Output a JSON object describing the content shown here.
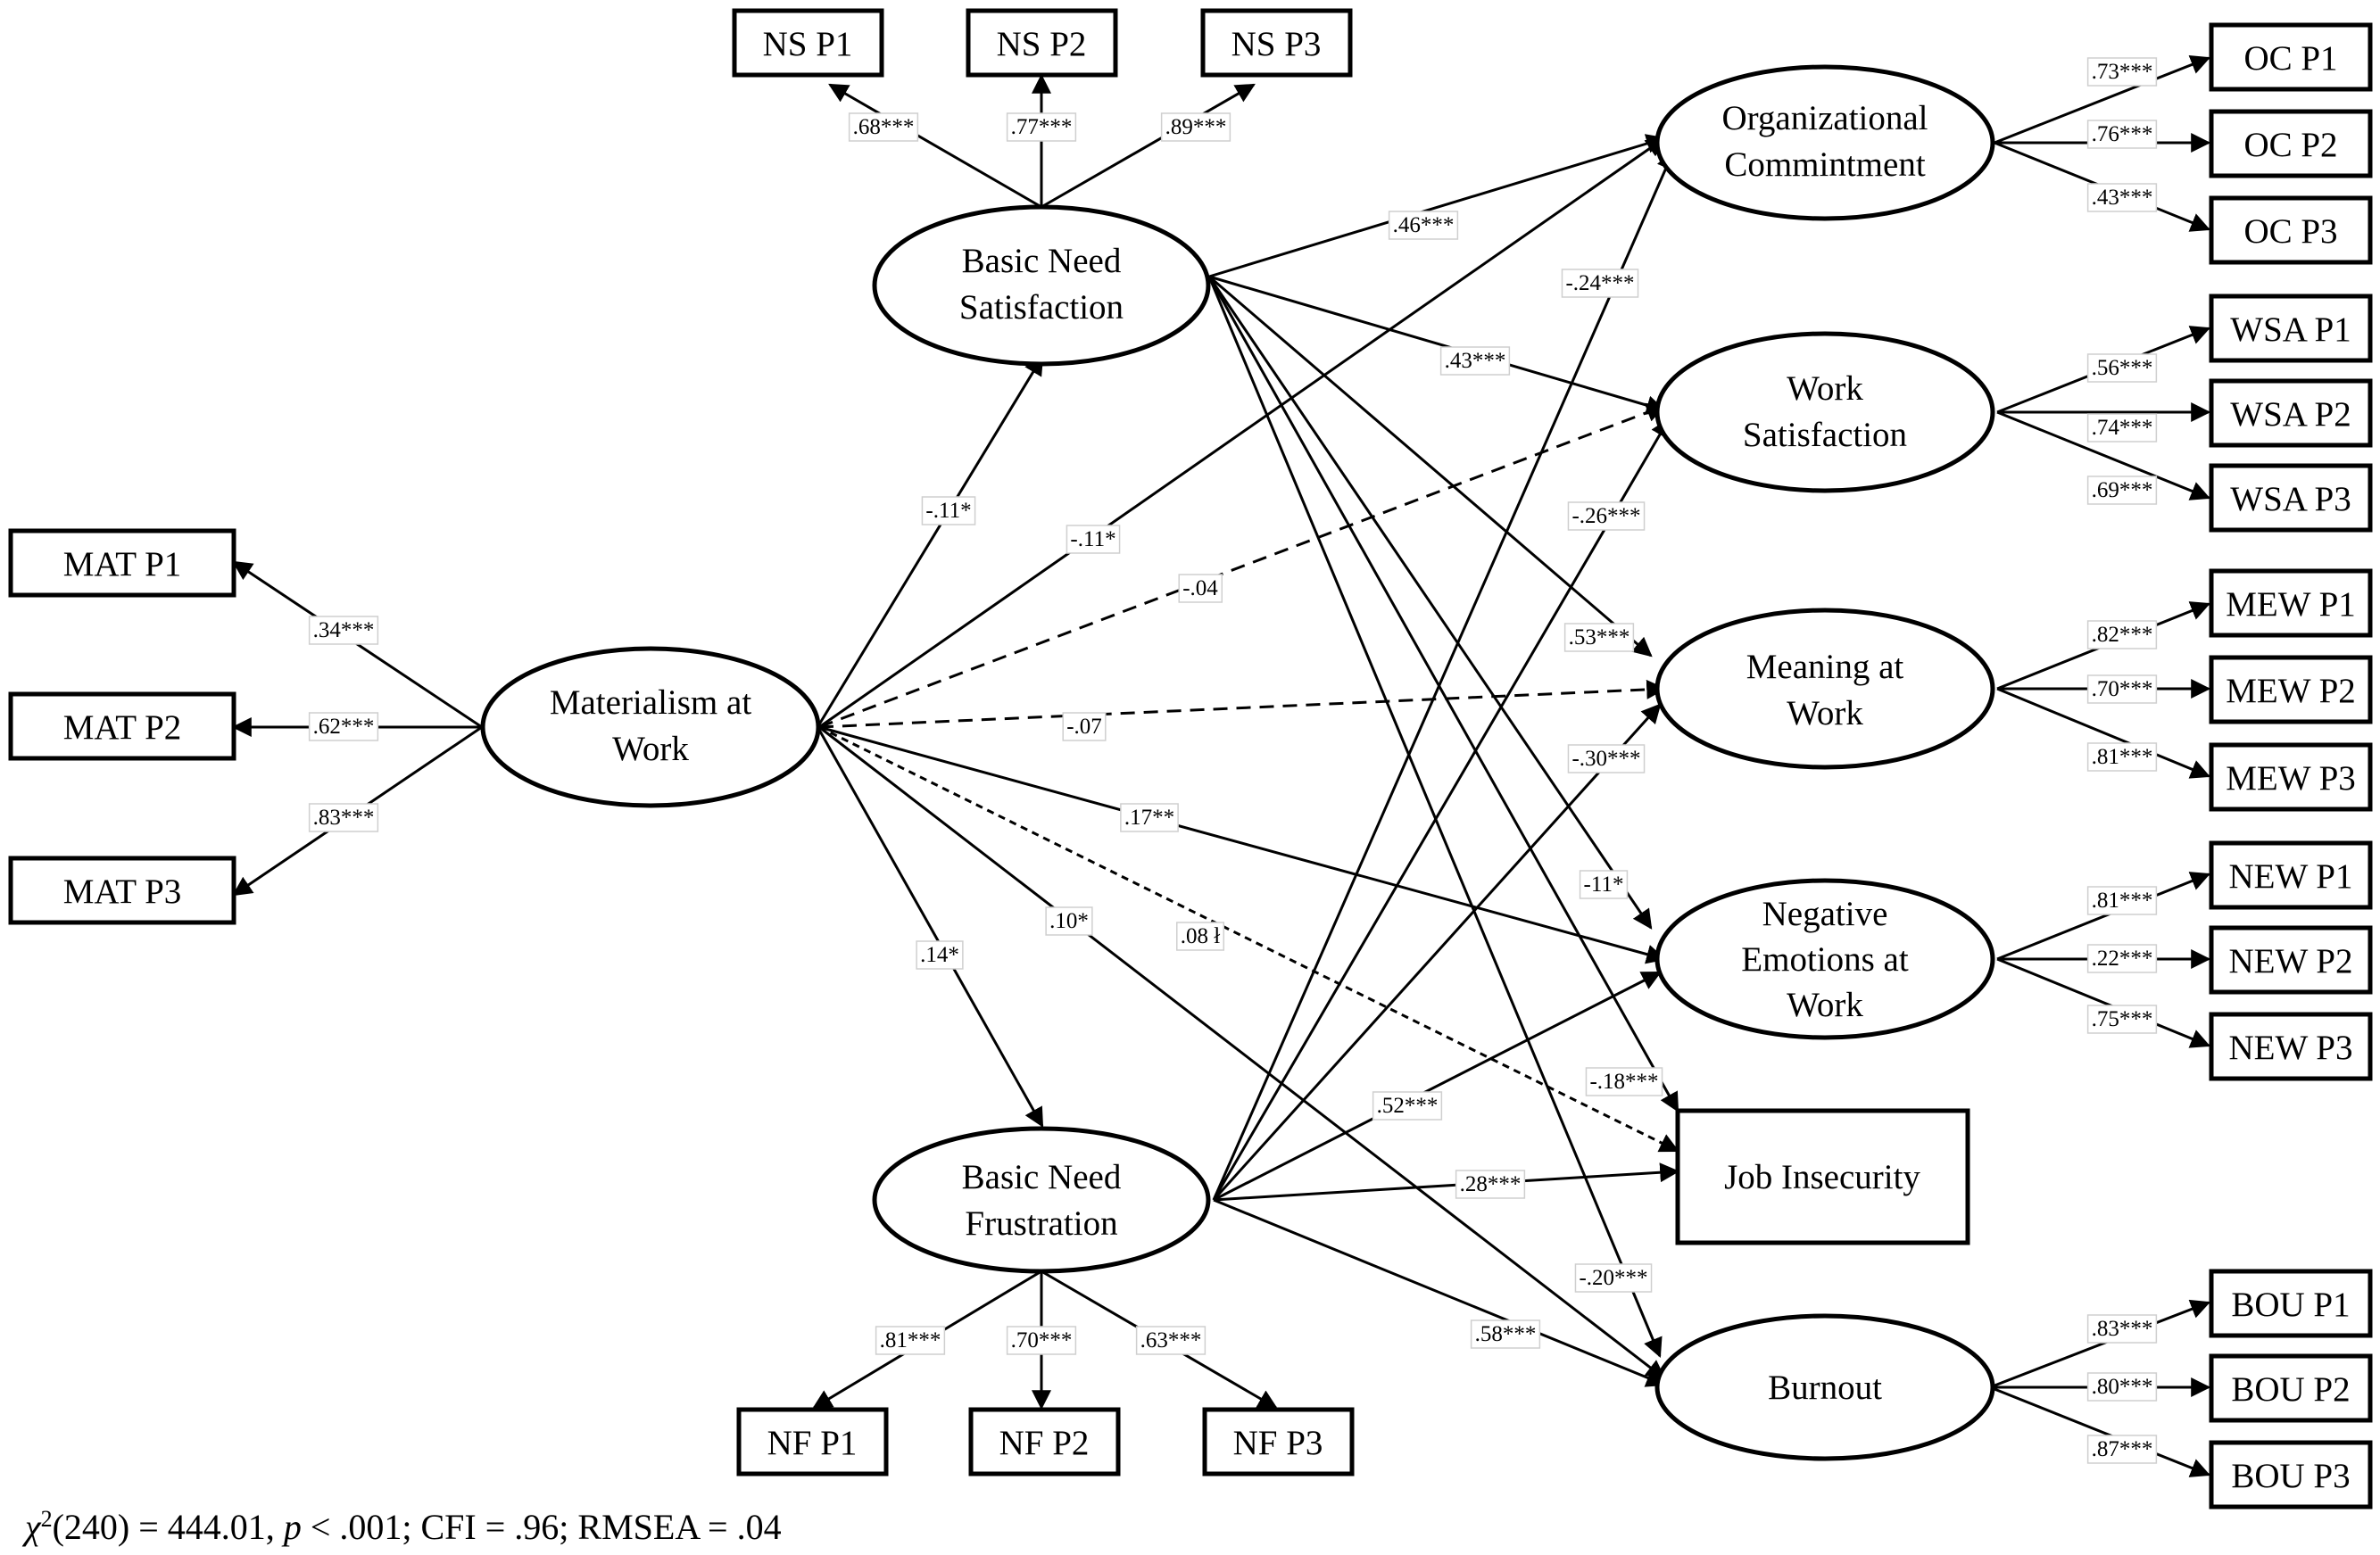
{
  "latent": {
    "materialism": [
      "Materialism at",
      "Work"
    ],
    "bns": [
      "Basic Need",
      "Satisfaction"
    ],
    "bnf": [
      "Basic Need",
      "Frustration"
    ],
    "oc": [
      "Organizational",
      "Commintment"
    ],
    "ws": [
      "Work",
      "Satisfaction"
    ],
    "mw": [
      "Meaning at",
      "Work"
    ],
    "new": [
      "Negative",
      "Emotions at",
      "Work"
    ],
    "burnout": [
      "Burnout"
    ]
  },
  "observed": {
    "job_insecurity": "Job Insecurity"
  },
  "indicators": {
    "mat": [
      "MAT P1",
      "MAT P2",
      "MAT P3"
    ],
    "ns": [
      "NS P1",
      "NS P2",
      "NS P3"
    ],
    "nf": [
      "NF P1",
      "NF P2",
      "NF P3"
    ],
    "oc": [
      "OC P1",
      "OC P2",
      "OC P3"
    ],
    "wsa": [
      "WSA P1",
      "WSA P2",
      "WSA P3"
    ],
    "mew": [
      "MEW P1",
      "MEW P2",
      "MEW P3"
    ],
    "new": [
      "NEW P1",
      "NEW P2",
      "NEW P3"
    ],
    "bou": [
      "BOU P1",
      "BOU P2",
      "BOU P3"
    ]
  },
  "loadings": {
    "mat": [
      ".34***",
      ".62***",
      ".83***"
    ],
    "ns": [
      ".68***",
      ".77***",
      ".89***"
    ],
    "nf": [
      ".81***",
      ".70***",
      ".63***"
    ],
    "oc": [
      ".73***",
      ".76***",
      ".43***"
    ],
    "wsa": [
      ".56***",
      ".74***",
      ".69***"
    ],
    "mew": [
      ".82***",
      ".70***",
      ".81***"
    ],
    "new": [
      ".81***",
      ".22***",
      ".75***"
    ],
    "bou": [
      ".83***",
      ".80***",
      ".87***"
    ]
  },
  "paths": {
    "mat_bns": "-.11*",
    "mat_bnf": ".14*",
    "mat_oc": "-.11*",
    "mat_ws": "-.04",
    "mat_mw": "-.07",
    "mat_new": ".17**",
    "mat_ji": ".08 ł",
    "mat_bou": ".10*",
    "bns_oc": ".46***",
    "bns_ws": ".43***",
    "bns_mw": ".53***",
    "bns_new": "-11*",
    "bns_ji": "-.18***",
    "bns_bou": "-.20***",
    "bnf_oc": "-.24***",
    "bnf_ws": "-.26***",
    "bnf_mw": "-.30***",
    "bnf_new": ".52***",
    "bnf_ji": ".28***",
    "bnf_bou": ".58***"
  },
  "fit": {
    "chi": "χ",
    "sup": "2",
    "pre": "(240) = 444.01, ",
    "p": "p",
    "post": " < .001; CFI = .96; RMSEA = .04"
  }
}
